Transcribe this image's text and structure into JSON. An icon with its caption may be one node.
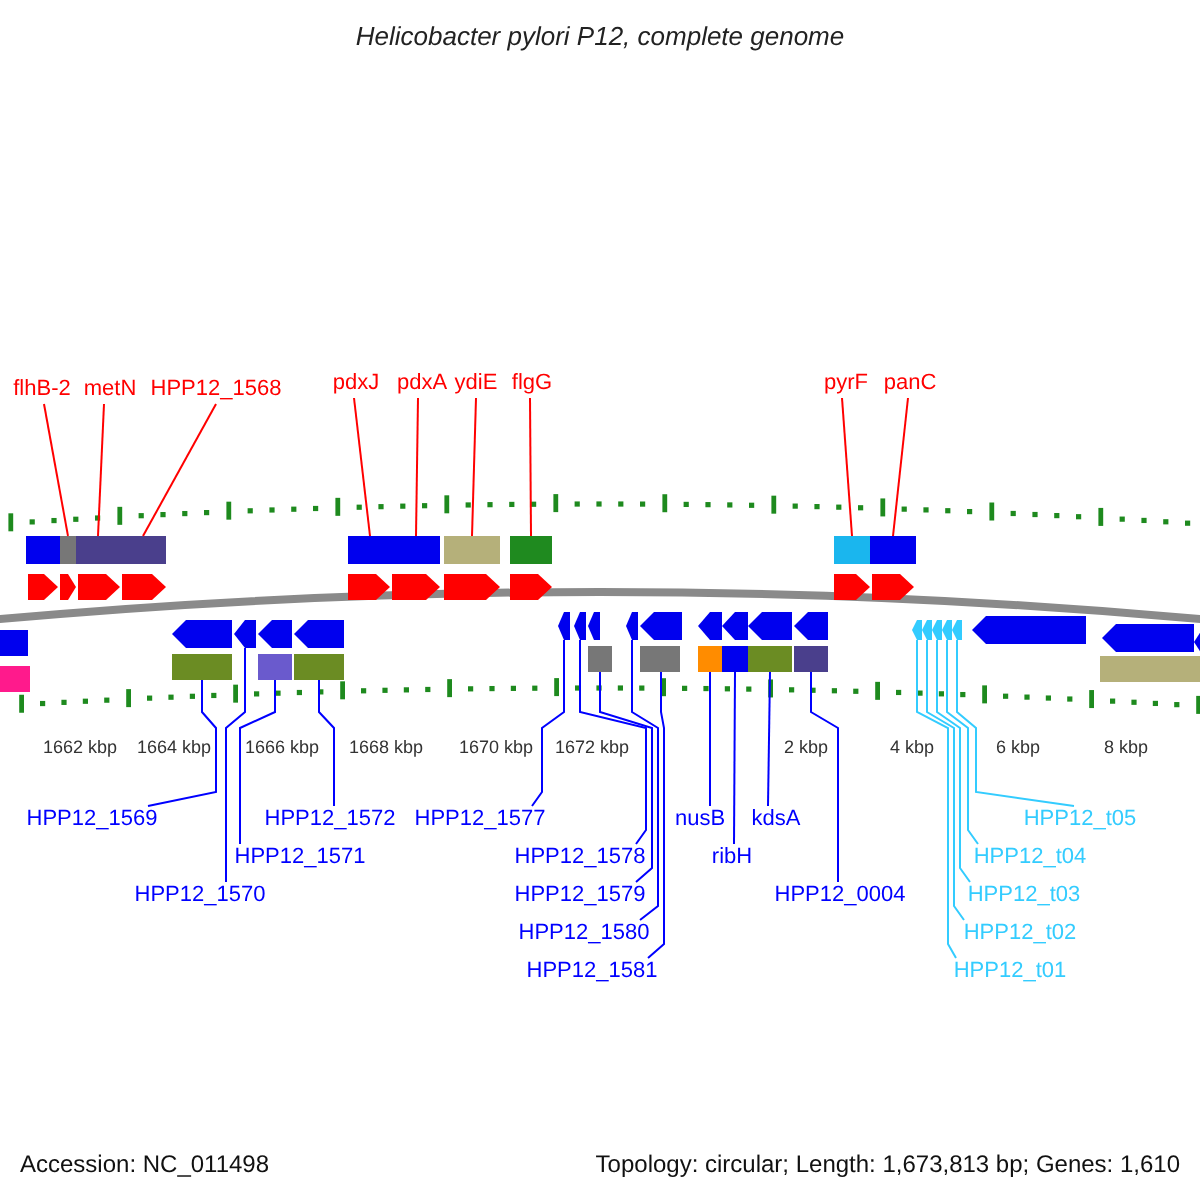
{
  "diagram": {
    "title": "Helicobacter pylori P12, complete genome",
    "nodes": [
      {
        "text": [
          "flhB-2"
        ]
      },
      {
        "text": [
          "metN"
        ]
      },
      {
        "text": [
          "HPP12_1568"
        ]
      },
      {
        "text": [
          "pdxJ"
        ]
      },
      {
        "text": [
          "pdxA"
        ]
      },
      {
        "text": [
          "ydiE"
        ]
      },
      {
        "text": [
          "flgG"
        ]
      },
      {
        "text": [
          "pyrF"
        ]
      },
      {
        "text": [
          "panC"
        ]
      },
      {
        "text": [
          "HPP12_1569"
        ]
      },
      {
        "text": [
          "HPP12_1570"
        ]
      },
      {
        "text": [
          "HPP12_1571"
        ]
      },
      {
        "text": [
          "HPP12_1572"
        ]
      },
      {
        "text": [
          "HPP12_1577"
        ]
      },
      {
        "text": [
          "HPP12_1578"
        ]
      },
      {
        "text": [
          "HPP12_1579"
        ]
      },
      {
        "text": [
          "HPP12_1580"
        ]
      },
      {
        "text": [
          "HPP12_1581"
        ]
      },
      {
        "text": [
          "nusB"
        ]
      },
      {
        "text": [
          "ribH"
        ]
      },
      {
        "text": [
          "kdsA"
        ]
      },
      {
        "text": [
          "HPP12_0004"
        ]
      },
      {
        "text": [
          "HPP12_t01"
        ]
      },
      {
        "text": [
          "HPP12_t02"
        ]
      },
      {
        "text": [
          "HPP12_t03"
        ]
      },
      {
        "text": [
          "HPP12_t04"
        ]
      },
      {
        "text": [
          "HPP12_t05"
        ]
      },
      {
        "text": [],
        "shape": "bar"
      },
      {
        "text": [],
        "shape": "bar"
      },
      {
        "text": [],
        "shape": "bar"
      },
      {
        "text": [],
        "shape": "bar"
      },
      {
        "text": [],
        "shape": "bar"
      },
      {
        "text": [],
        "shape": "bar"
      },
      {
        "text": [],
        "shape": "bar"
      },
      {
        "text": [],
        "shape": "bar"
      },
      {
        "text": [],
        "shape": "bar"
      },
      {
        "text": [],
        "shape": "bar"
      },
      {
        "text": [],
        "shape": "bar"
      },
      {
        "text": [],
        "shape": "bar"
      },
      {
        "text": [],
        "shape": "bar"
      },
      {
        "text": [],
        "shape": "bar"
      },
      {
        "text": [],
        "shape": "bar"
      },
      {
        "text": [],
        "shape": "bar"
      },
      {
        "text": [],
        "shape": "bar"
      },
      {
        "text": [],
        "shape": "bar"
      },
      {
        "text": [],
        "shape": "bar"
      },
      {
        "text": [],
        "shape": "bar"
      },
      {
        "text": [],
        "shape": "bar"
      },
      {
        "text": [],
        "shape": "bar"
      },
      {
        "text": [],
        "shape": "bar"
      },
      {
        "text": [],
        "shape": "bar"
      },
      {
        "text": [],
        "shape": "bar"
      },
      {
        "text": [],
        "shape": "bar"
      },
      {
        "text": [],
        "shape": "bar"
      }
    ],
    "edges": [
      {
        "from": 0,
        "to": 27,
        "arrow": "none",
        "color": "#ff0000"
      },
      {
        "from": 1,
        "to": 28,
        "arrow": "none",
        "color": "#ff0000"
      },
      {
        "from": 2,
        "to": 29,
        "arrow": "none",
        "color": "#ff0000"
      },
      {
        "from": 3,
        "to": 30,
        "arrow": "none",
        "color": "#ff0000"
      },
      {
        "from": 4,
        "to": 31,
        "arrow": "none",
        "color": "#ff0000"
      },
      {
        "from": 5,
        "to": 32,
        "arrow": "none",
        "color": "#ff0000"
      },
      {
        "from": 6,
        "to": 33,
        "arrow": "none",
        "color": "#ff0000"
      },
      {
        "from": 7,
        "to": 34,
        "arrow": "none",
        "color": "#ff0000"
      },
      {
        "from": 8,
        "to": 35,
        "arrow": "none",
        "color": "#ff0000"
      },
      {
        "from": 9,
        "to": 36,
        "arrow": "none"
      },
      {
        "from": 10,
        "to": 37,
        "arrow": "none"
      },
      {
        "from": 11,
        "to": 38,
        "arrow": "none"
      },
      {
        "from": 12,
        "to": 39,
        "arrow": "none"
      },
      {
        "from": 13,
        "to": 40,
        "arrow": "none"
      },
      {
        "from": 14,
        "to": 41,
        "arrow": "none"
      },
      {
        "from": 15,
        "to": 42,
        "arrow": "none"
      },
      {
        "from": 16,
        "to": 43,
        "arrow": "none"
      },
      {
        "from": 17,
        "to": 44,
        "arrow": "none"
      },
      {
        "from": 18,
        "to": 45,
        "arrow": "none"
      },
      {
        "from": 19,
        "to": 46,
        "arrow": "none"
      },
      {
        "from": 20,
        "to": 47,
        "arrow": "none"
      },
      {
        "from": 21,
        "to": 48,
        "arrow": "none"
      },
      {
        "from": 22,
        "to": 49,
        "arrow": "none",
        "color": "#33ccff"
      },
      {
        "from": 23,
        "to": 50,
        "arrow": "none",
        "color": "#33ccff"
      },
      {
        "from": 24,
        "to": 51,
        "arrow": "none",
        "color": "#33ccff"
      },
      {
        "from": 25,
        "to": 52,
        "arrow": "none",
        "color": "#33ccff"
      },
      {
        "from": 26,
        "to": 53,
        "arrow": "none",
        "color": "#33ccff"
      }
    ],
    "labels": [
      "1662 kbp",
      "1664 kbp",
      "1666 kbp",
      "1668 kbp",
      "1670 kbp",
      "1672 kbp",
      "2 kbp",
      "4 kbp",
      "6 kbp",
      "8 kbp",
      "Accession: NC_011498",
      "Topology: circular; Length: 1,673,813 bp; Genes: 1,610"
    ]
  }
}
